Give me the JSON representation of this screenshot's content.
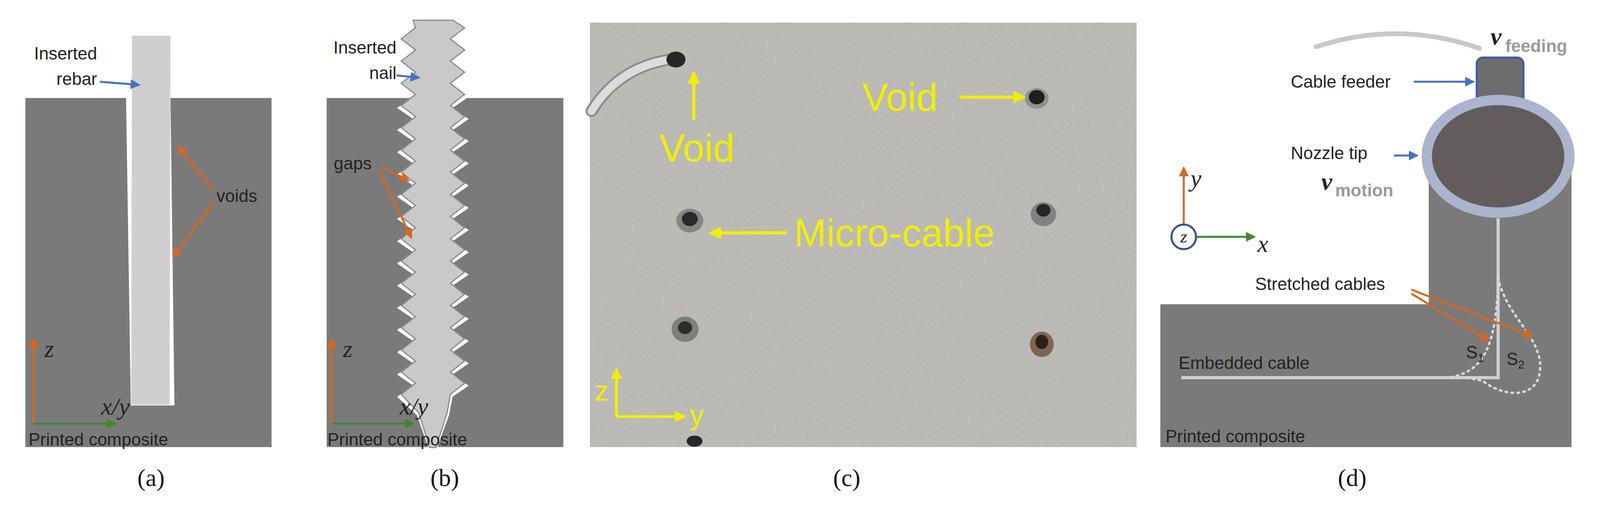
{
  "diagram": {
    "labels": [
      "Inserted rebar",
      "voids",
      "z",
      "x/y",
      "Printed composite",
      "(a)",
      "Inserted nail",
      "gaps",
      "z",
      "x/y",
      "Printed composite",
      "(b)",
      "Void",
      "Void",
      "Micro-cable",
      "z",
      "y",
      "(c)",
      "v",
      "feeding",
      "Cable feeder",
      "Nozzle tip",
      "v",
      "motion",
      "y",
      "z",
      "x",
      "Stretched cables",
      "S",
      "1",
      "S",
      "2",
      "Embedded cable",
      "Printed composite",
      "(d)"
    ]
  }
}
